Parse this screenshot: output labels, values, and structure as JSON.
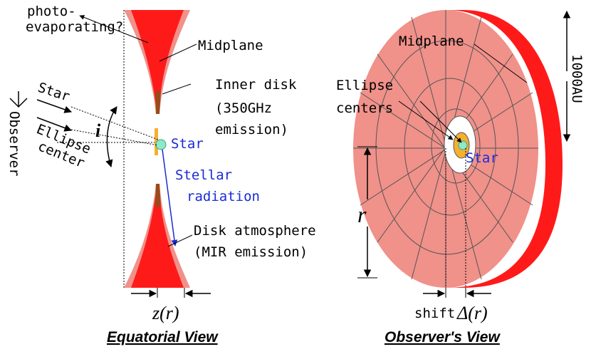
{
  "left": {
    "photo_label_1": "photo-",
    "photo_label_2": "evaporating?",
    "midplane": "Midplane",
    "inner_disk_1": "Inner disk",
    "inner_disk_2": "(350GHz",
    "inner_disk_3": "emission)",
    "star": "Star",
    "stellar_1": "Stellar",
    "stellar_2": "radiation",
    "disk_atm_1": "Disk atmosphere",
    "disk_atm_2": "(MIR emission)",
    "observer": "Observer",
    "star_arrow": "Star",
    "ellipse_1": "Ellipse",
    "ellipse_2": "center",
    "incl": "i",
    "z_label": "z(r)",
    "title": "Equatorial View"
  },
  "right": {
    "midplane": "Midplane",
    "ellipse_1": "Ellipse",
    "ellipse_2": "centers",
    "star": "Star",
    "scale": "1000AU",
    "r_label": "r",
    "shift_label": "shift",
    "delta_label": "Δ(r)",
    "title": "Observer's View"
  },
  "colors": {
    "disk_red": "#ff1a1a",
    "disk_pink": "#f0918a",
    "inner_brown": "#9b4a1a",
    "star_blue": "#1a2bd6",
    "star_green": "#8fe8c8",
    "orange": "#f5b030"
  }
}
